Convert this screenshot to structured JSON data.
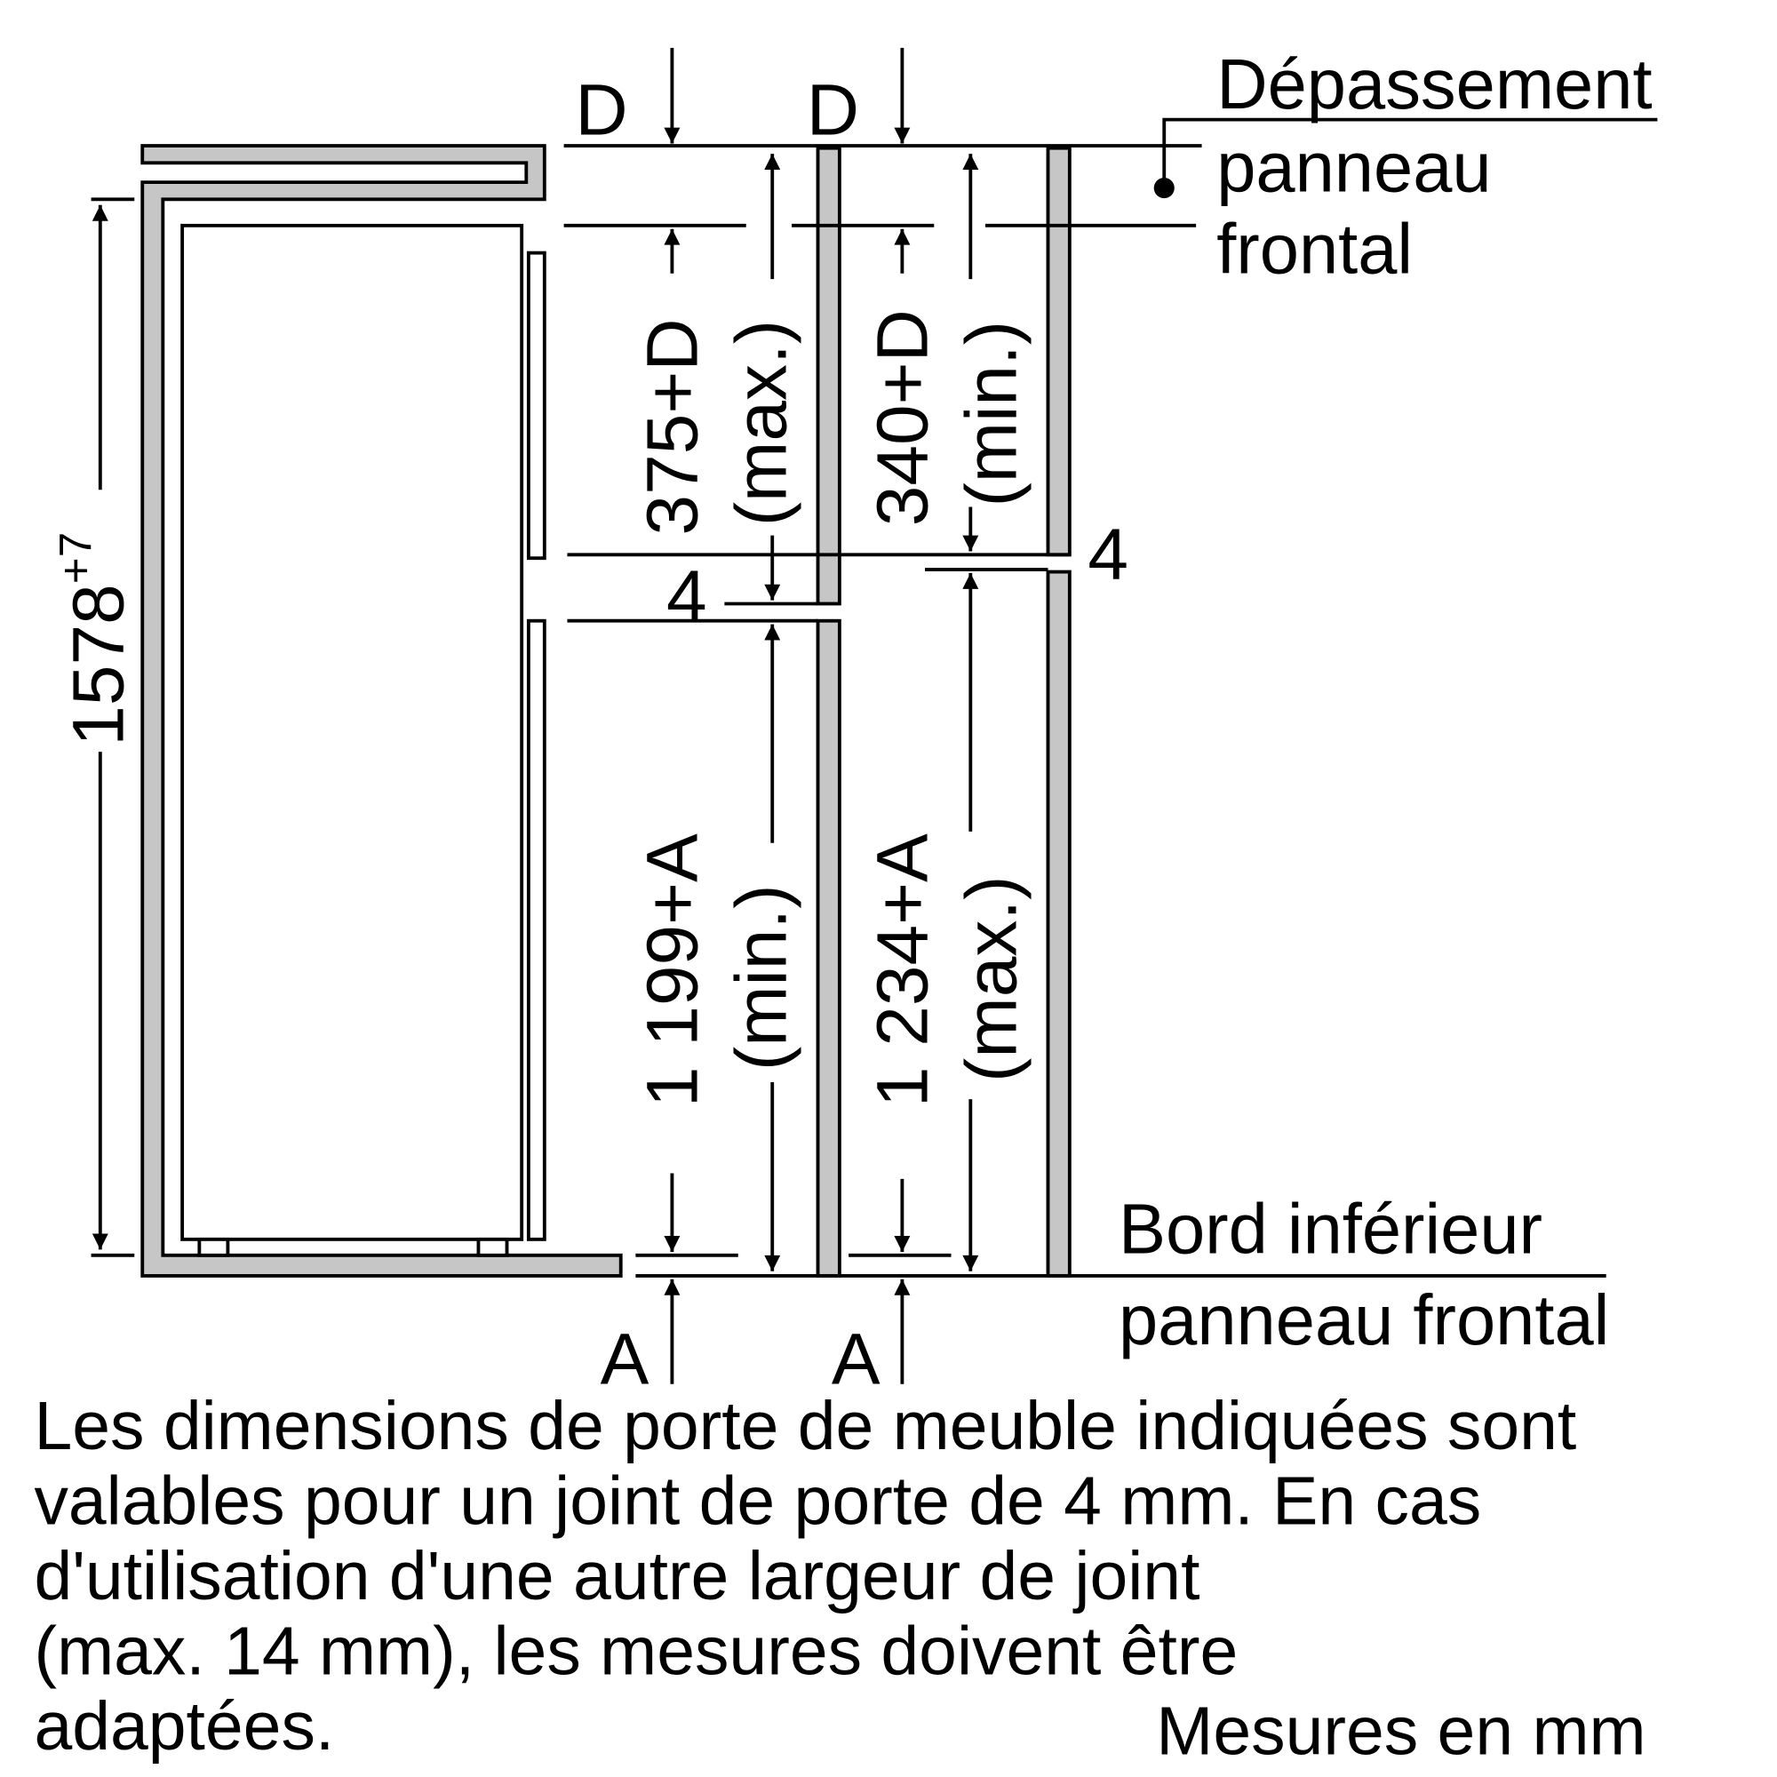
{
  "labels": {
    "d_top_1": "D",
    "d_top_2": "D",
    "a_bottom_1": "A",
    "a_bottom_2": "A",
    "height_main": "1578",
    "height_main_tolerance": "+7",
    "upper_door_1": "375+D",
    "upper_door_1_qual": "(max.)",
    "upper_door_2": "340+D",
    "upper_door_2_qual": "(min.)",
    "lower_door_1": "1 199+A",
    "lower_door_1_qual": "(min.)",
    "lower_door_2": "1 234+A",
    "lower_door_2_qual": "(max.)",
    "gap_1": "4",
    "gap_2": "4",
    "overhang_line1": "Dépassement",
    "overhang_line2": "panneau",
    "overhang_line3": "frontal",
    "bottom_edge_line1": "Bord inférieur",
    "bottom_edge_line2": "panneau frontal"
  },
  "note": {
    "lines": [
      "Les dimensions de porte de meuble indiquées sont",
      "valables pour un joint de porte de 4 mm. En cas",
      "d'utilisation d'une autre largeur de joint",
      "(max. 14 mm), les mesures doivent être",
      "adaptées."
    ],
    "units": "Mesures en mm"
  },
  "colors": {
    "panel_fill": "#c6c6c6",
    "line": "#000000"
  }
}
